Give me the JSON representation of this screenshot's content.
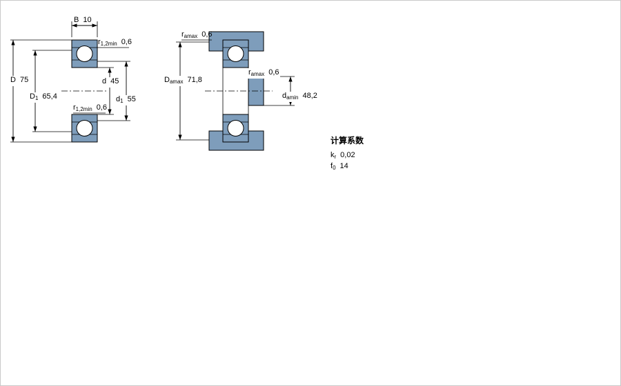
{
  "figure_left": {
    "dim_B": {
      "base": "B",
      "sub": "",
      "value": "10"
    },
    "dim_r_top": {
      "base": "r",
      "sub": "1,2min",
      "value": "0,6"
    },
    "dim_D": {
      "base": "D",
      "sub": "",
      "value": "75"
    },
    "dim_D1": {
      "base": "D",
      "sub": "1",
      "value": "65,4"
    },
    "dim_d": {
      "base": "d",
      "sub": "",
      "value": "45"
    },
    "dim_d1": {
      "base": "d",
      "sub": "1",
      "value": "55"
    },
    "dim_r_bottom": {
      "base": "r",
      "sub": "1,2min",
      "value": "0,6"
    }
  },
  "figure_right": {
    "dim_ramax_top": {
      "base": "r",
      "sub": "amax",
      "value": "0,6"
    },
    "dim_Damax": {
      "base": "D",
      "sub": "amax",
      "value": "71,8"
    },
    "dim_ramax_mid": {
      "base": "r",
      "sub": "amax",
      "value": "0,6"
    },
    "dim_damin": {
      "base": "d",
      "sub": "amin",
      "value": "48,2"
    }
  },
  "calculation_factors": {
    "heading": "计算系数",
    "kr": {
      "base": "k",
      "sub": "r",
      "value": "0,02"
    },
    "f0": {
      "base": "f",
      "sub": "0",
      "value": "14"
    }
  },
  "colors": {
    "steel_blue": "#7E9DBB",
    "line": "#000000"
  }
}
